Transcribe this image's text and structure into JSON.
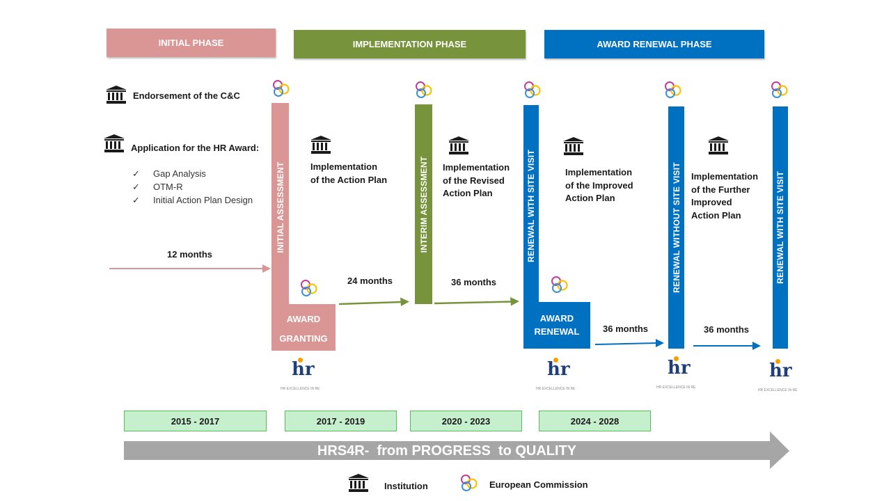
{
  "phases": {
    "initial": "INITIAL PHASE",
    "implementation": "IMPLEMENTATION PHASE",
    "renewal": "AWARD RENEWAL PHASE"
  },
  "left": {
    "endorsement": "Endorsement of the C&C",
    "application": "Application for the HR Award:",
    "checklist": [
      "Gap Analysis",
      "OTM-R",
      "Initial Action Plan Design"
    ]
  },
  "bars": {
    "initial_assessment": "INITIAL ASSESSMENT",
    "interim_assessment": "INTERIM ASSESSMENT",
    "renewal_site_visit_1": "RENEWAL WITH SITE VISIT",
    "renewal_without_site_visit": "RENEWAL WITHOUT SITE VISIT",
    "renewal_site_visit_2": "RENEWAL WITH SITE VISIT"
  },
  "boxes": {
    "award_granting_1": "AWARD",
    "award_granting_2": "GRANTING",
    "award_renewal_1": "AWARD",
    "award_renewal_2": "RENEWAL"
  },
  "implementation": {
    "step1": [
      "Implementation",
      "of the Action Plan"
    ],
    "step2": [
      "Implementation",
      "of the Revised",
      "Action Plan"
    ],
    "step3": [
      "Implementation",
      "of the Improved",
      "Action Plan"
    ],
    "step4": [
      "Implementation",
      "of the Further",
      "Improved",
      "Action Plan"
    ]
  },
  "durations": {
    "d1": "12 months",
    "d2": "24 months",
    "d3": "36 months",
    "d4": "36 months",
    "d5": "36 months"
  },
  "years": [
    "2015 - 2017",
    "2017 - 2019",
    "2020 - 2023",
    "2024 - 2028"
  ],
  "big_arrow": "HRS4R-  from PROGRESS  to QUALITY",
  "legend": {
    "institution": "Institution",
    "commission": "European Commission"
  },
  "hr_logo": {
    "mark": "hr",
    "caption": "HR EXCELLENCE IN RESEARCH"
  },
  "colors": {
    "initial": "#d99694",
    "implementation": "#77933c",
    "renewal": "#0070c0",
    "year_bg": "#c6efce",
    "big_arrow": "#a6a6a6"
  }
}
